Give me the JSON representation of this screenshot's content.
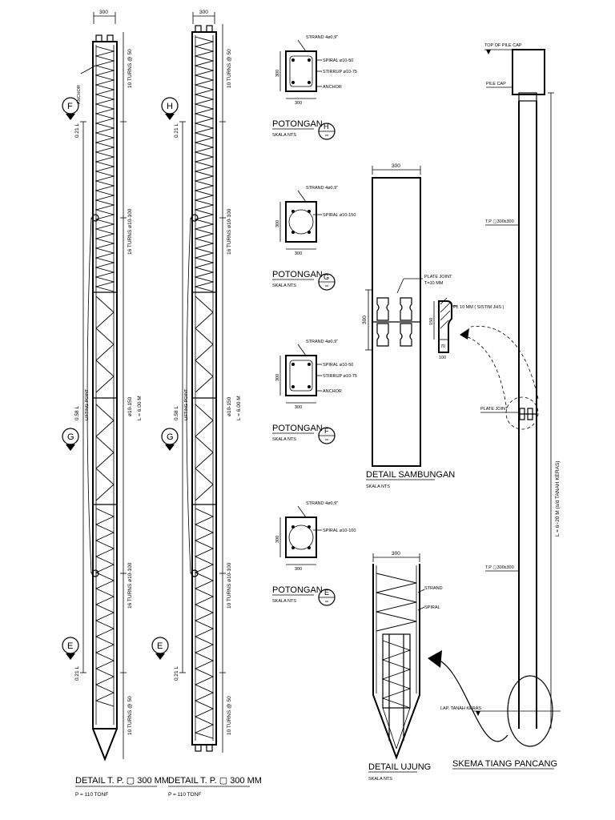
{
  "piles": [
    {
      "title": "DETAIL T. P. ▢ 300 MM",
      "load": "P = 110 TONF",
      "width_dim": "300",
      "top_turns": "10 TURNS @ 50",
      "mid_upper": "16 TURNS ø10-100",
      "middle": "ø10-150",
      "length": "L = 6.00 M",
      "mid_lower": "16 TURNS ø10-100",
      "bottom_turns": "10 TURNS @ 50",
      "anchor": "ANCHOR",
      "top_frac": "0.21 L",
      "mid_frac": "0.58 L",
      "lift": "LIFTING POINT",
      "bottom_frac": "0.21 L",
      "markers": [
        "F",
        "G",
        "E"
      ]
    },
    {
      "title": "DETAIL T. P. ▢ 300 MM",
      "load": "P = 110 TONF",
      "width_dim": "300",
      "top_turns": "10 TURNS @ 50",
      "mid_upper": "16 TURNS ø10-100",
      "middle": "ø10-150",
      "length": "L = 6.00 M",
      "mid_lower": "10 TURNS ø10-100",
      "bottom_turns": "10 TURNS @ 50",
      "top_frac": "0.21 L",
      "mid_frac": "0.58 L",
      "lift": "LIFTING POINT",
      "bottom_frac": "0.21 L",
      "markers": [
        "H",
        "G",
        "E"
      ]
    }
  ],
  "sections": [
    {
      "id": "H",
      "title": "POTONGAN",
      "scale": "SKALA  NTS",
      "dim_v": "300",
      "dim_h": "300",
      "labels": [
        "STRAND 4ø0,9\"",
        "SPIRAL ø10-50",
        "STIRRUP ø10-75",
        "ANCHOR"
      ]
    },
    {
      "id": "G",
      "title": "POTONGAN",
      "scale": "SKALA  NTS",
      "dim_v": "300",
      "dim_h": "300",
      "labels": [
        "STRAND 4ø0,9\"",
        "SPIRAL ø10-150"
      ]
    },
    {
      "id": "F",
      "title": "POTONGAN",
      "scale": "SKALA  NTS",
      "dim_v": "300",
      "dim_h": "300",
      "labels": [
        "STRAND 4ø0,9\"",
        "SPIRAL ø10-50",
        "STIRRUP ø10-75",
        "ANCHOR"
      ]
    },
    {
      "id": "E",
      "title": "POTONGAN",
      "scale": "SKALA  NTS",
      "dim_v": "300",
      "dim_h": "300",
      "labels": [
        "STRAND 4ø0,9\"",
        "SPIRAL ø10-100"
      ]
    }
  ],
  "sambungan": {
    "title": "DETAIL SAMBUNGAN",
    "scale": "SKALA  NTS",
    "width_dim": "300",
    "height_dim": "300",
    "plate_joint": "PLATE JOINT",
    "thickness": "T=10 MM",
    "plate": "PL 10 MM ( SISTIM JHS )",
    "dim_150": "150",
    "dim_70": "70",
    "dim_100": "100"
  },
  "ujung": {
    "title": "DETAIL UJUNG",
    "scale": "SKALA  NTS",
    "width_dim": "300",
    "strand": "STRAND",
    "spiral": "SPIRAL"
  },
  "skema": {
    "title": "SKEMA TIANG PANCANG",
    "top_pile_cap": "TOP OF PILE CAP",
    "pile_cap": "PILE CAP",
    "tp_upper": "T.P ▢300x300",
    "plate_joint": "PLATE JOINT",
    "length": "L = 6~20 M (s/d TANAH KERAS)",
    "tp_lower": "T.P ▢300x300",
    "hard_soil": "LAP. TANAH KERAS"
  }
}
